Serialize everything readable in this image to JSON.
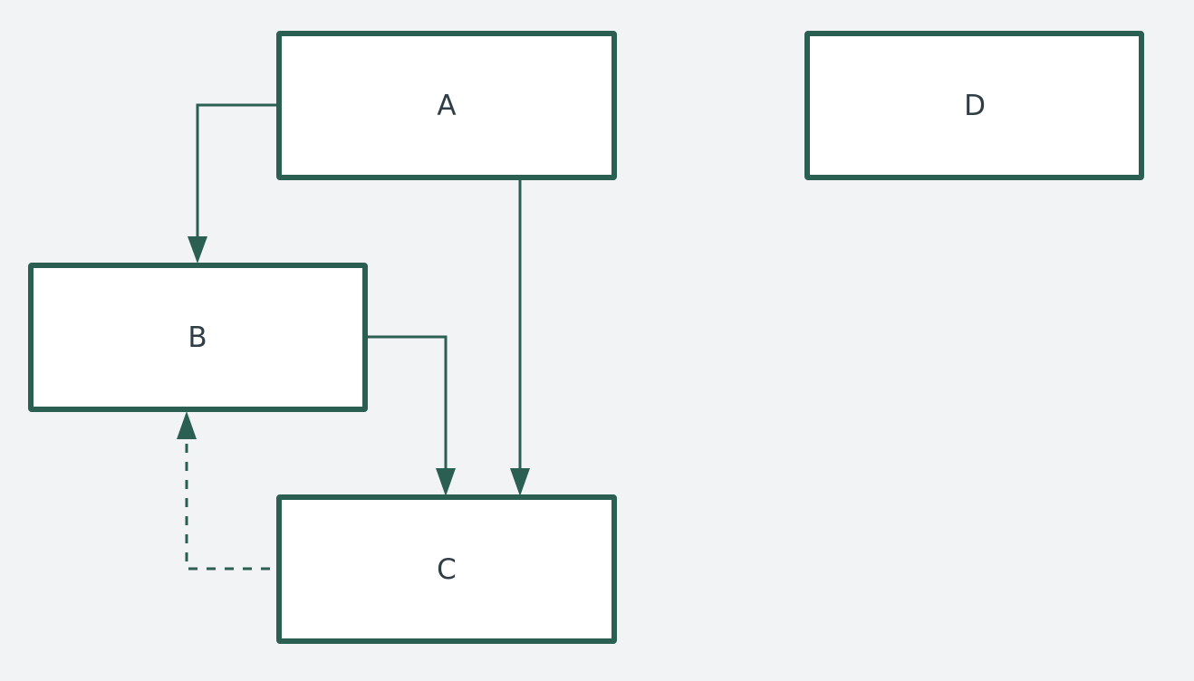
{
  "diagram": {
    "nodes": [
      {
        "id": "A",
        "label": "A"
      },
      {
        "id": "B",
        "label": "B"
      },
      {
        "id": "C",
        "label": "C"
      },
      {
        "id": "D",
        "label": "D"
      }
    ],
    "edges": [
      {
        "from": "A",
        "to": "B",
        "style": "solid"
      },
      {
        "from": "A",
        "to": "C",
        "style": "solid"
      },
      {
        "from": "B",
        "to": "C",
        "style": "solid"
      },
      {
        "from": "C",
        "to": "B",
        "style": "dashed"
      }
    ]
  },
  "colors": {
    "background": "#f1f3f5",
    "node_fill": "#ffffff",
    "node_border": "#2b5f52",
    "edge": "#2b5f52",
    "label_text": "#2f3e46"
  }
}
